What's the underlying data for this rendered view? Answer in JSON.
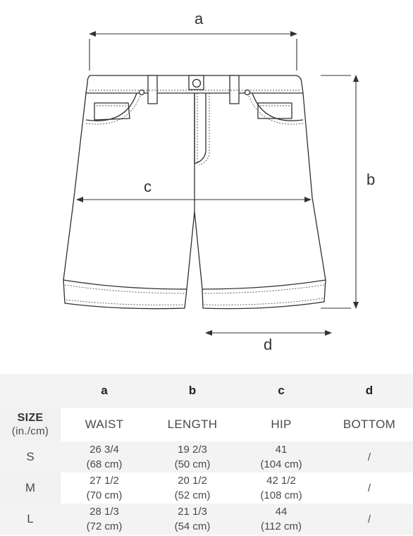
{
  "diagram": {
    "labels": {
      "a": "a",
      "b": "b",
      "c": "c",
      "d": "d"
    }
  },
  "table": {
    "letters": [
      "a",
      "b",
      "c",
      "d"
    ],
    "size_title": "SIZE",
    "size_units": "(in./cm)",
    "headers": [
      "WAIST",
      "LENGTH",
      "HIP",
      "BOTTOM"
    ],
    "rows": [
      {
        "size": "S",
        "cells": [
          [
            "26 3/4",
            "(68 cm)"
          ],
          [
            "19 2/3",
            "(50 cm)"
          ],
          [
            "41",
            "(104 cm)"
          ]
        ],
        "bottom": "/"
      },
      {
        "size": "M",
        "cells": [
          [
            "27 1/2",
            "(70 cm)"
          ],
          [
            "20 1/2",
            "(52 cm)"
          ],
          [
            "42 1/2",
            "(108 cm)"
          ]
        ],
        "bottom": "/"
      },
      {
        "size": "L",
        "cells": [
          [
            "28 1/3",
            "(72 cm)"
          ],
          [
            "21 1/3",
            "(54 cm)"
          ],
          [
            "44",
            "(112 cm)"
          ]
        ],
        "bottom": "/"
      }
    ]
  }
}
